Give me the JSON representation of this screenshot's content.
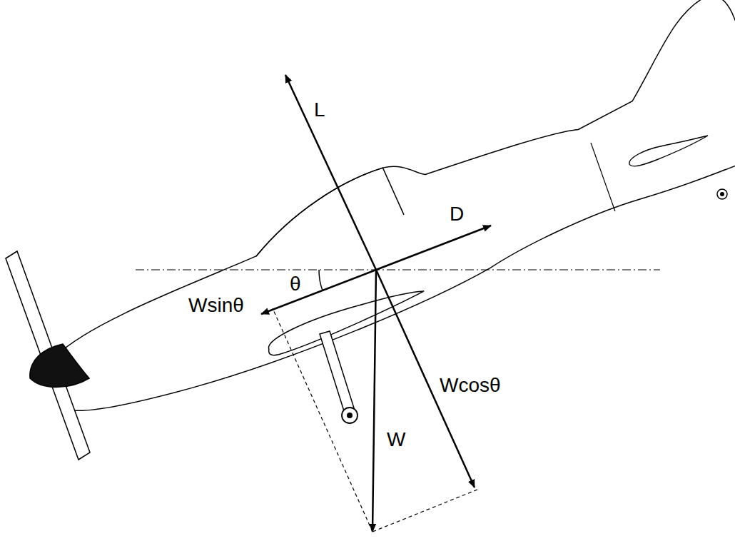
{
  "diagram": {
    "labels": [
      "L",
      "D",
      "θ",
      "Wsinθ",
      "Wcosθ",
      "W"
    ]
  }
}
